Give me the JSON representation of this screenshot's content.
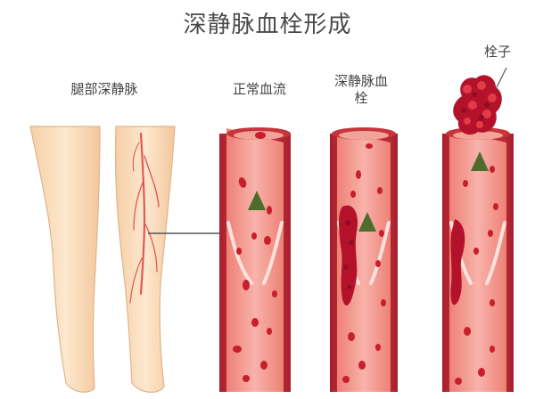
{
  "title": "深静脉血栓形成",
  "labels": {
    "leg": "腿部深静脉",
    "normal": "正常血流",
    "dvt": "深静脉血栓",
    "embolus": "栓子"
  },
  "colors": {
    "skin": "#fbe1c3",
    "skin_outline": "#e0b48c",
    "vein": "#e05a52",
    "vessel_wall": "#c8343c",
    "vessel_lumen": "#f39a92",
    "red_cell": "#c71f2b",
    "clot": "#b3122a",
    "flow_arrow": "#4f6b2e"
  }
}
